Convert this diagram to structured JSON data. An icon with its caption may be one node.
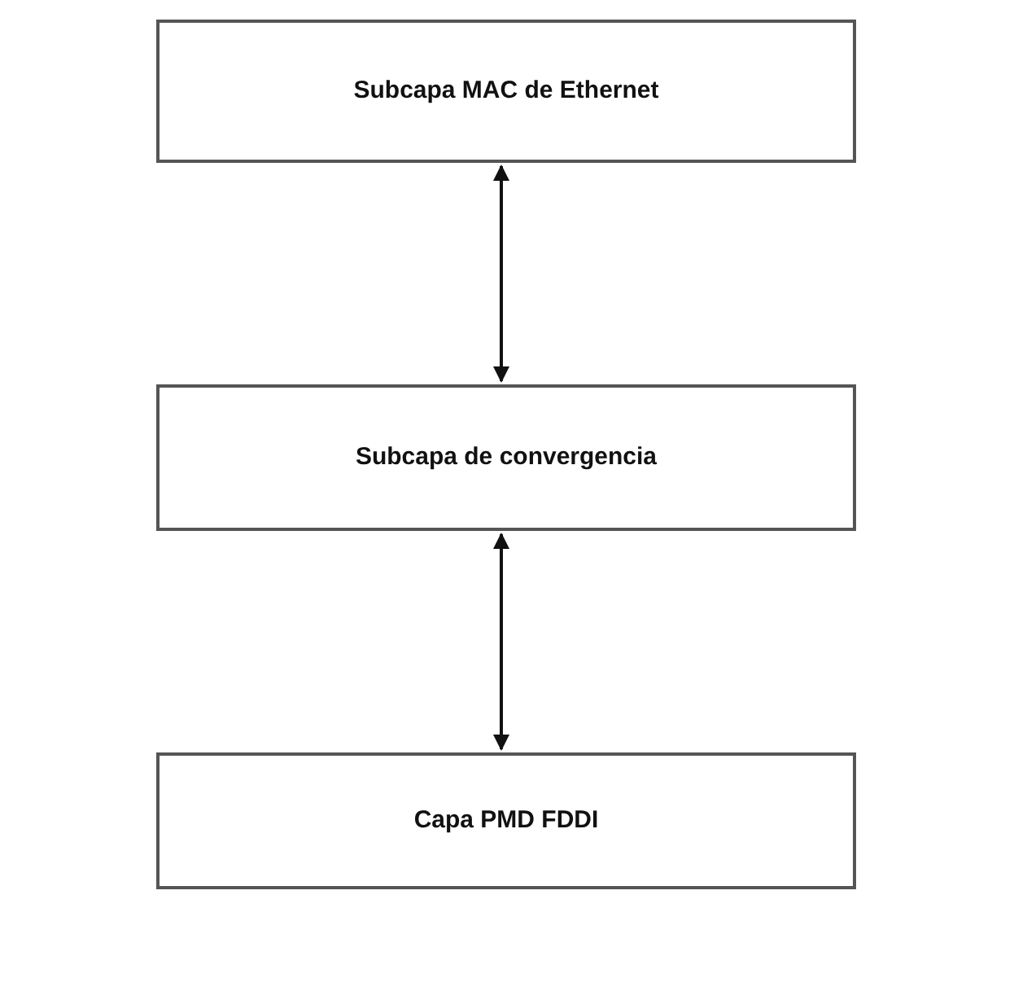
{
  "diagram": {
    "nodes": [
      {
        "text": [
          "Subcapa MAC de Ethernet"
        ]
      },
      {
        "text": [
          "Subcapa de convergencia"
        ]
      },
      {
        "text": [
          "Capa PMD FDDI"
        ]
      }
    ],
    "edges": [
      {
        "from": 0,
        "to": 1,
        "arrow": "both"
      },
      {
        "from": 1,
        "to": 2,
        "arrow": "both"
      }
    ]
  }
}
